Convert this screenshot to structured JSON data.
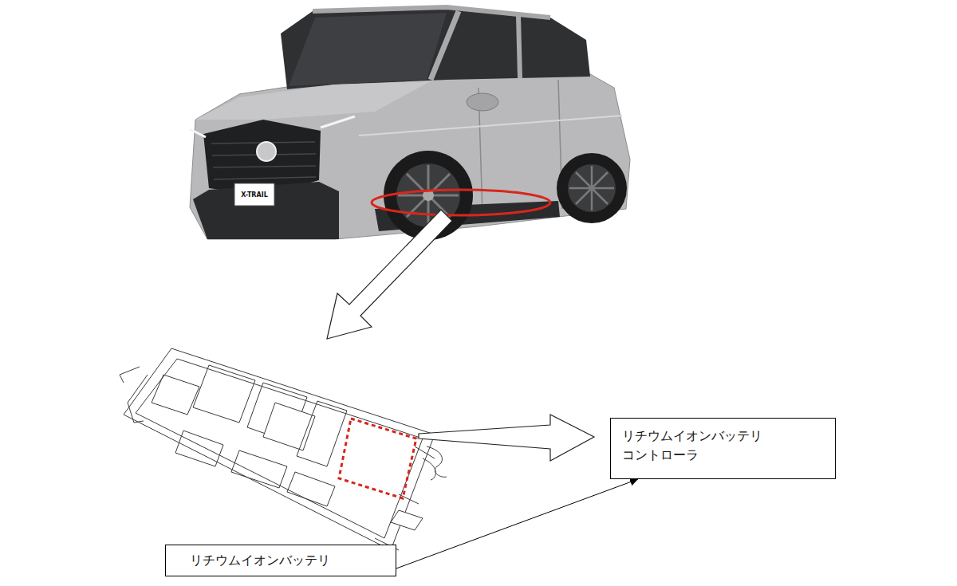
{
  "diagram": {
    "nodes": [
      {
        "text": [
          "リチウムイオンバッテリ コントローラ"
        ]
      },
      {
        "text": [
          "リチウムイオンバッテリ"
        ]
      }
    ],
    "edges": [
      {
        "from": 1,
        "to": 0,
        "arrow": "to"
      }
    ],
    "labels": [
      "X-TRAIL"
    ]
  }
}
